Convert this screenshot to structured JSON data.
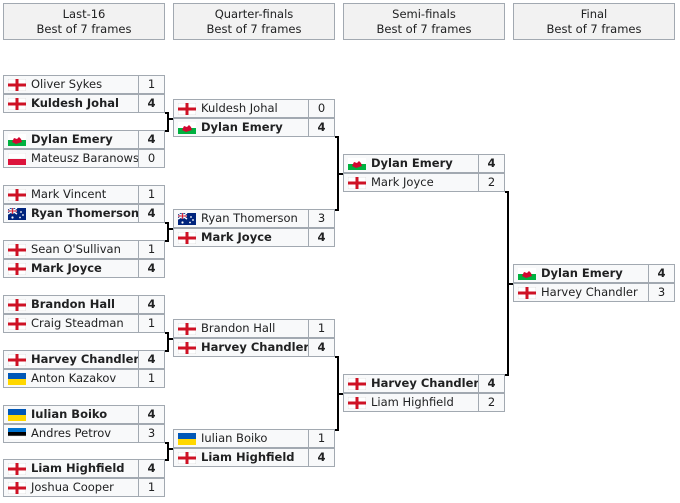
{
  "rounds": [
    {
      "name": "Last-16",
      "format": "Best of 7 frames"
    },
    {
      "name": "Quarter-finals",
      "format": "Best of 7 frames"
    },
    {
      "name": "Semi-finals",
      "format": "Best of 7 frames"
    },
    {
      "name": "Final",
      "format": "Best of 7 frames"
    }
  ],
  "flag_icons": {
    "ENG": "england-flag-icon",
    "WAL": "wales-flag-icon",
    "POL": "poland-flag-icon",
    "AUS": "australia-flag-icon",
    "UKR": "ukraine-flag-icon",
    "EST": "estonia-flag-icon"
  },
  "matches": [
    {
      "round": 0,
      "players": [
        {
          "flag": "ENG",
          "name": "Oliver Sykes",
          "score": "1",
          "winner": false
        },
        {
          "flag": "ENG",
          "name": "Kuldesh Johal",
          "score": "4",
          "winner": true
        }
      ]
    },
    {
      "round": 0,
      "players": [
        {
          "flag": "WAL",
          "name": "Dylan Emery",
          "score": "4",
          "winner": true
        },
        {
          "flag": "POL",
          "name": "Mateusz Baranowski",
          "score": "0",
          "winner": false
        }
      ]
    },
    {
      "round": 0,
      "players": [
        {
          "flag": "ENG",
          "name": "Mark Vincent",
          "score": "1",
          "winner": false
        },
        {
          "flag": "AUS",
          "name": "Ryan Thomerson",
          "score": "4",
          "winner": true
        }
      ]
    },
    {
      "round": 0,
      "players": [
        {
          "flag": "ENG",
          "name": "Sean O'Sullivan",
          "score": "1",
          "winner": false
        },
        {
          "flag": "ENG",
          "name": "Mark Joyce",
          "score": "4",
          "winner": true
        }
      ]
    },
    {
      "round": 0,
      "players": [
        {
          "flag": "ENG",
          "name": "Brandon Hall",
          "score": "4",
          "winner": true
        },
        {
          "flag": "ENG",
          "name": "Craig Steadman",
          "score": "1",
          "winner": false
        }
      ]
    },
    {
      "round": 0,
      "players": [
        {
          "flag": "ENG",
          "name": "Harvey Chandler",
          "score": "4",
          "winner": true
        },
        {
          "flag": "UKR",
          "name": "Anton Kazakov",
          "score": "1",
          "winner": false
        }
      ]
    },
    {
      "round": 0,
      "players": [
        {
          "flag": "UKR",
          "name": "Iulian Boiko",
          "score": "4",
          "winner": true
        },
        {
          "flag": "EST",
          "name": "Andres Petrov",
          "score": "3",
          "winner": false
        }
      ]
    },
    {
      "round": 0,
      "players": [
        {
          "flag": "ENG",
          "name": "Liam Highfield",
          "score": "4",
          "winner": true
        },
        {
          "flag": "ENG",
          "name": "Joshua Cooper",
          "score": "1",
          "winner": false
        }
      ]
    },
    {
      "round": 1,
      "players": [
        {
          "flag": "ENG",
          "name": "Kuldesh Johal",
          "score": "0",
          "winner": false
        },
        {
          "flag": "WAL",
          "name": "Dylan Emery",
          "score": "4",
          "winner": true
        }
      ]
    },
    {
      "round": 1,
      "players": [
        {
          "flag": "AUS",
          "name": "Ryan Thomerson",
          "score": "3",
          "winner": false
        },
        {
          "flag": "ENG",
          "name": "Mark Joyce",
          "score": "4",
          "winner": true
        }
      ]
    },
    {
      "round": 1,
      "players": [
        {
          "flag": "ENG",
          "name": "Brandon Hall",
          "score": "1",
          "winner": false
        },
        {
          "flag": "ENG",
          "name": "Harvey Chandler",
          "score": "4",
          "winner": true
        }
      ]
    },
    {
      "round": 1,
      "players": [
        {
          "flag": "UKR",
          "name": "Iulian Boiko",
          "score": "1",
          "winner": false
        },
        {
          "flag": "ENG",
          "name": "Liam Highfield",
          "score": "4",
          "winner": true
        }
      ]
    },
    {
      "round": 2,
      "players": [
        {
          "flag": "WAL",
          "name": "Dylan Emery",
          "score": "4",
          "winner": true
        },
        {
          "flag": "ENG",
          "name": "Mark Joyce",
          "score": "2",
          "winner": false
        }
      ]
    },
    {
      "round": 2,
      "players": [
        {
          "flag": "ENG",
          "name": "Harvey Chandler",
          "score": "4",
          "winner": true
        },
        {
          "flag": "ENG",
          "name": "Liam Highfield",
          "score": "2",
          "winner": false
        }
      ]
    },
    {
      "round": 3,
      "players": [
        {
          "flag": "WAL",
          "name": "Dylan Emery",
          "score": "4",
          "winner": true
        },
        {
          "flag": "ENG",
          "name": "Harvey Chandler",
          "score": "3",
          "winner": false
        }
      ]
    }
  ]
}
